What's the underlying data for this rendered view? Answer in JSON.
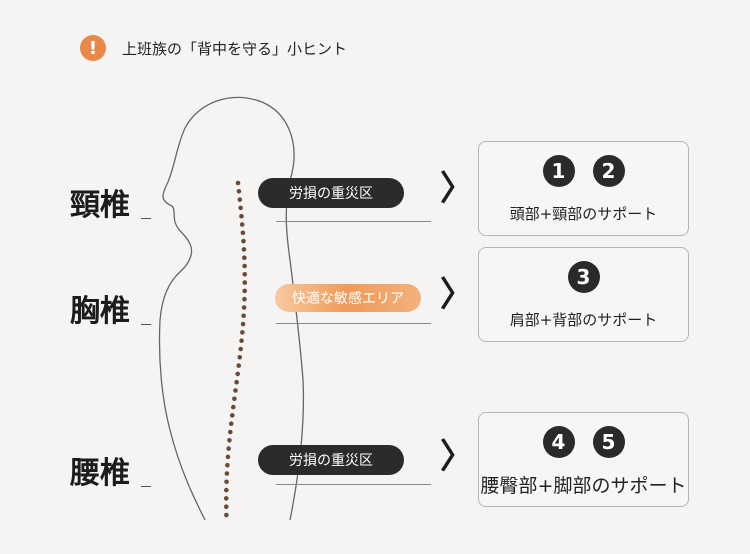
{
  "tip": {
    "icon": "exclamation-icon",
    "icon_glyph": "!",
    "text": "上班族の「背中を守る」小ヒント"
  },
  "regions": [
    {
      "label": "頸椎",
      "pill": "労損の重災区",
      "pill_style": "dark",
      "numbers": [
        "1",
        "2"
      ],
      "support": "頭部+頸部のサポート"
    },
    {
      "label": "胸椎",
      "pill": "快適な敏感エリア",
      "pill_style": "orange",
      "numbers": [
        "3"
      ],
      "support": "肩部+背部のサポート"
    },
    {
      "label": "腰椎",
      "pill": "労損の重災区",
      "pill_style": "dark",
      "numbers": [
        "4",
        "5"
      ],
      "support": "腰臀部+脚部のサポート"
    }
  ],
  "chevron_glyph": "〉",
  "colors": {
    "accent": "#e8894a",
    "dark": "#2b2b2b",
    "spine_dots": "#6b4a35"
  }
}
